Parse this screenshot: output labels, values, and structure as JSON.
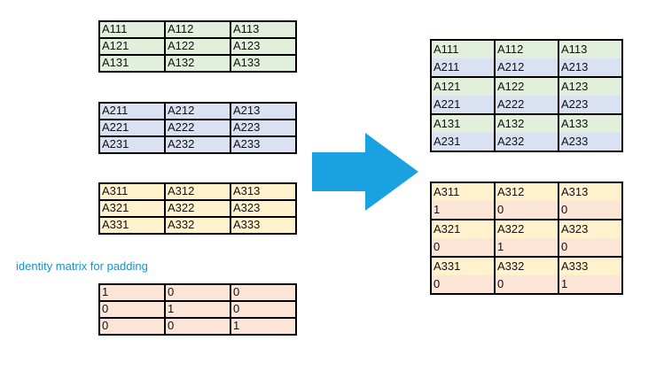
{
  "left_matrices": [
    {
      "rows": [
        [
          "A111",
          "A112",
          "A113"
        ],
        [
          "A121",
          "A122",
          "A123"
        ],
        [
          "A131",
          "A132",
          "A133"
        ]
      ],
      "color": "#e2efda"
    },
    {
      "rows": [
        [
          "A211",
          "A212",
          "A213"
        ],
        [
          "A221",
          "A222",
          "A223"
        ],
        [
          "A231",
          "A232",
          "A233"
        ]
      ],
      "color": "#d9e1f2"
    },
    {
      "rows": [
        [
          "A311",
          "A312",
          "A313"
        ],
        [
          "A321",
          "A322",
          "A323"
        ],
        [
          "A331",
          "A332",
          "A333"
        ]
      ],
      "color": "#fff2cc"
    },
    {
      "rows": [
        [
          "1",
          "0",
          "0"
        ],
        [
          "0",
          "1",
          "0"
        ],
        [
          "0",
          "0",
          "1"
        ]
      ],
      "color": "#fce4d6"
    }
  ],
  "note": "identity matrix for padding",
  "arrow_color": "#1aa1e1",
  "right_top": [
    [
      [
        "A111",
        "A211"
      ],
      [
        "A112",
        "A212"
      ],
      [
        "A113",
        "A213"
      ]
    ],
    [
      [
        "A121",
        "A221"
      ],
      [
        "A122",
        "A222"
      ],
      [
        "A123",
        "A223"
      ]
    ],
    [
      [
        "A131",
        "A231"
      ],
      [
        "A132",
        "A232"
      ],
      [
        "A133",
        "A233"
      ]
    ]
  ],
  "right_bottom": [
    [
      [
        "A311",
        "1"
      ],
      [
        "A312",
        "0"
      ],
      [
        "A313",
        "0"
      ]
    ],
    [
      [
        "A321",
        "0"
      ],
      [
        "A322",
        "1"
      ],
      [
        "A323",
        "0"
      ]
    ],
    [
      [
        "A331",
        "0"
      ],
      [
        "A332",
        "0"
      ],
      [
        "A333",
        "1"
      ]
    ]
  ],
  "merged_colors": {
    "top": [
      "#e2efda",
      "#d9e1f2"
    ],
    "bottom": [
      "#fff2cc",
      "#fce4d6"
    ]
  }
}
